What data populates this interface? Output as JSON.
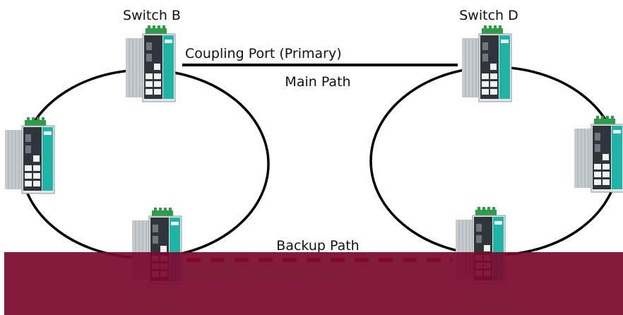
{
  "labels": {
    "switch_a": "Switch A",
    "switch_b": "Switch B",
    "switch_c": "Switch C",
    "switch_d": "Switch D",
    "coupling_primary": "Coupling Port (Primary)",
    "main_path": "Main Path",
    "backup_path": "Backup Path",
    "coupling_backup": "Coupling Port (Backup)"
  },
  "colors": {
    "ring": "#000000",
    "main_path": "#000000",
    "backup_path": "#c0101a",
    "overlay": "#7a0a2e",
    "switch_body": "#d9dde0",
    "switch_accent": "#1fb5a6",
    "din_clip": "#2e9d4a"
  },
  "icons": [
    "industrial-switch-icon"
  ]
}
